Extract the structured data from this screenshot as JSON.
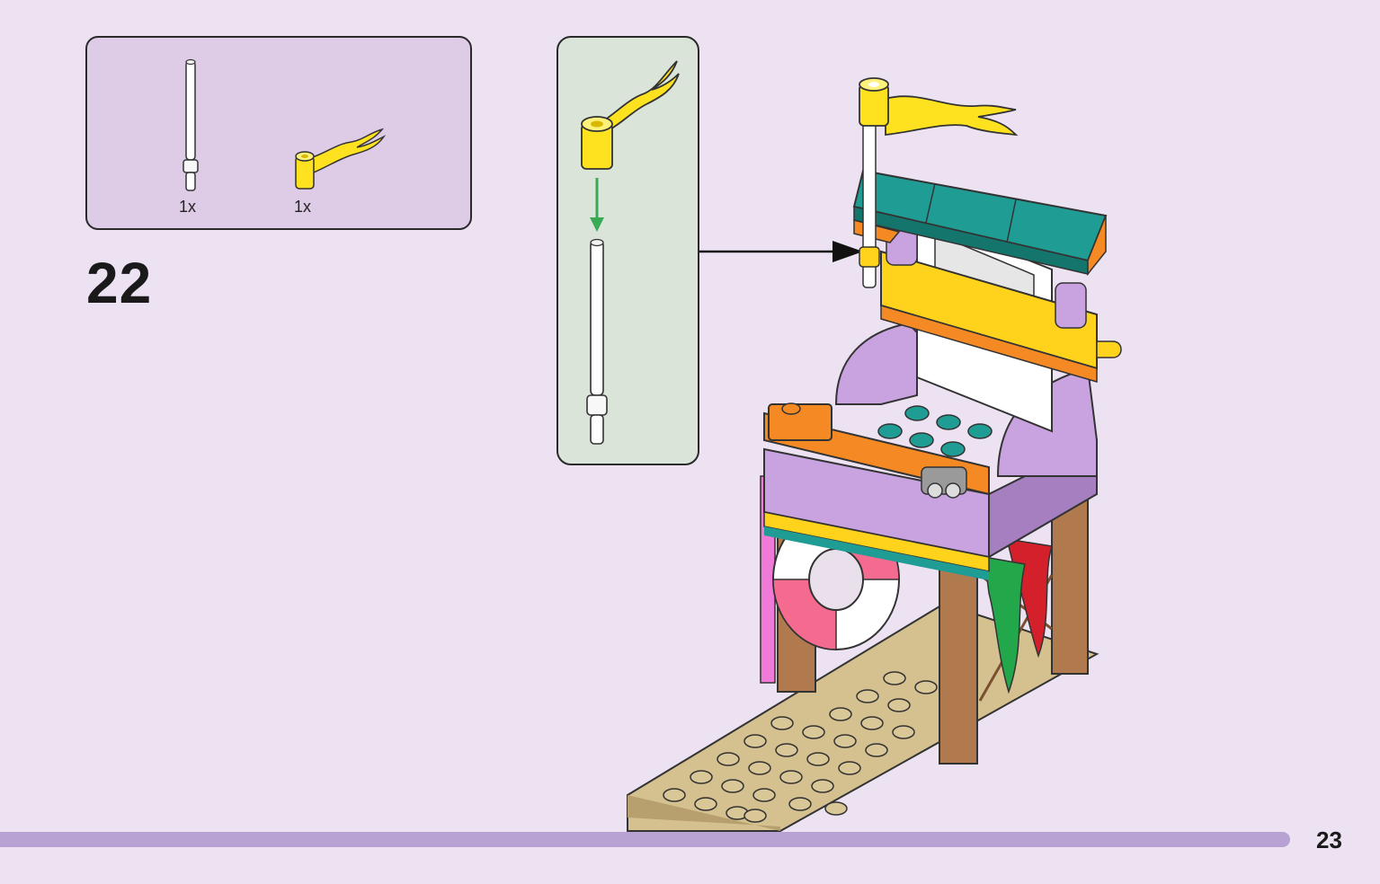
{
  "parts_list": {
    "items": [
      {
        "name": "white-bar",
        "quantity": "1x"
      },
      {
        "name": "yellow-flag",
        "quantity": "1x"
      }
    ]
  },
  "step": {
    "number": "22"
  },
  "page": {
    "number": "23"
  },
  "colors": {
    "page_background": "#ece2f2",
    "parts_box": "#decbe6",
    "callout_box": "#dbe4d9",
    "progress_bar": "#b8a2d3",
    "flag_yellow": "#ffe21f",
    "roof_teal": "#1f9c93",
    "wall_lavender": "#c9a3e0",
    "trim_orange": "#f58a24",
    "baseplate_tan": "#d5c08f",
    "post_brown": "#b07a4e",
    "assembly_arrow": "#3aaa55"
  }
}
